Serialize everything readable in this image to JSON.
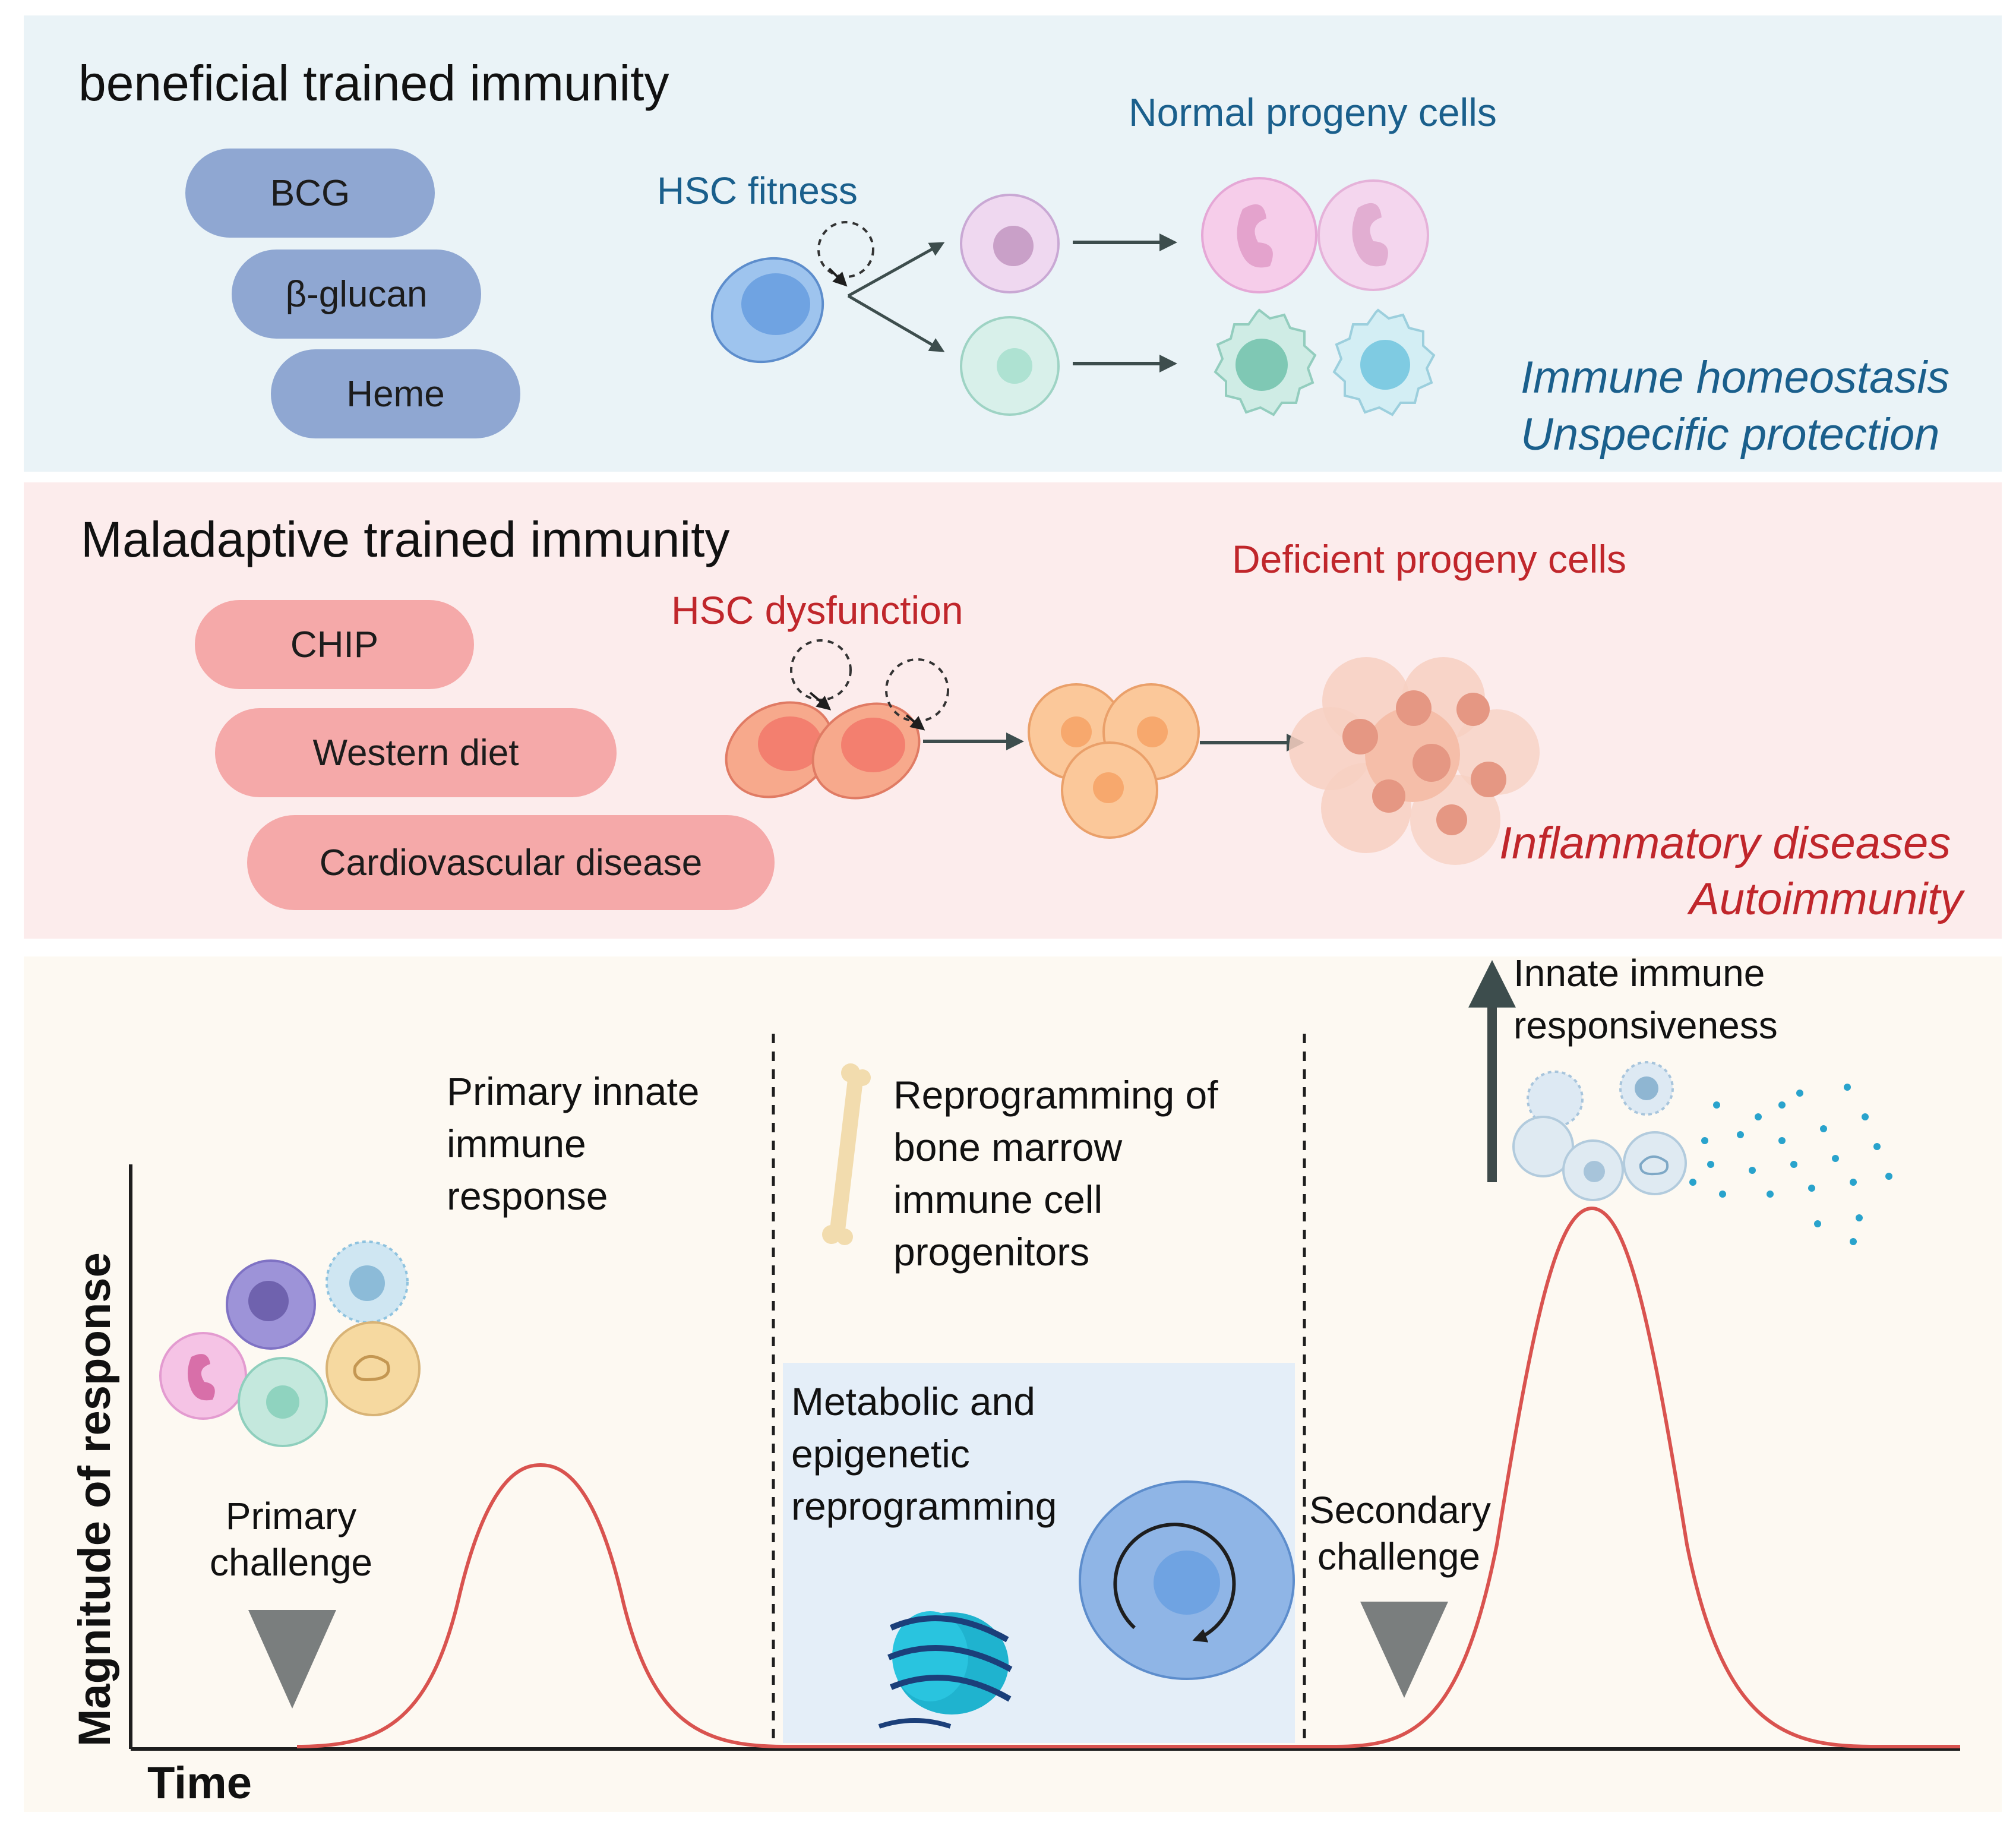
{
  "beneficial": {
    "title": "beneficial  trained immunity",
    "triggers": [
      "BCG",
      "β-glucan",
      "Heme"
    ],
    "hsc_label": "HSC fitness",
    "progeny_label": "Normal progeny cells",
    "outcome_line1": "Immune homeostasis",
    "outcome_line2": "Unspecific protection"
  },
  "maladaptive": {
    "title": "Maladaptive trained immunity",
    "triggers": [
      "CHIP",
      "Western diet",
      "Cardiovascular disease"
    ],
    "hsc_label": "HSC dysfunction",
    "progeny_label": "Deficient progeny cells",
    "outcome_line1": "Inflammatory diseases",
    "outcome_line2": "Autoimmunity"
  },
  "timeline": {
    "y_axis_label": "Magnitude of response",
    "x_axis_label": "Time",
    "primary_response_lines": [
      "Primary innate",
      "immune",
      "response"
    ],
    "reprogramming_lines": [
      "Reprogramming of",
      "bone marrow",
      "immune cell",
      "progenitors"
    ],
    "metabolic_lines": [
      "Metabolic and",
      "epigenetic",
      "reprogramming"
    ],
    "primary_challenge_lines": [
      "Primary",
      "challenge"
    ],
    "secondary_challenge_lines": [
      "Secondary",
      "challenge"
    ],
    "innate_lines": [
      "Innate immune",
      "responsiveness"
    ]
  },
  "colors": {
    "top_bg": "#eaf3f7",
    "mid_bg": "#fcecec",
    "bottom_bg": "#fdf9f2",
    "blue_text": "#1a5f8c",
    "red_text": "#c0262b",
    "curve": "#d9534f"
  }
}
